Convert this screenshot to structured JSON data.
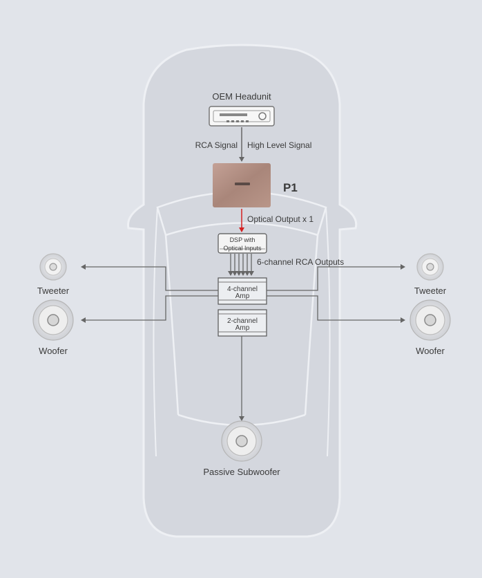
{
  "labels": {
    "headunit": "OEM Headunit",
    "rca_signal": "RCA Signal",
    "high_level_signal": "High Level Signal",
    "p1": "P1",
    "optical_output": "Optical Output x 1",
    "dsp_line1": "DSP with",
    "dsp_line2": "Optical Inputs",
    "rca_outputs": "6-channel RCA Outputs",
    "amp4_line1": "4-channel",
    "amp4_line2": "Amp",
    "amp2_line1": "2-channel",
    "amp2_line2": "Amp",
    "tweeter_left": "Tweeter",
    "tweeter_right": "Tweeter",
    "woofer_left": "Woofer",
    "woofer_right": "Woofer",
    "subwoofer": "Passive Subwoofer"
  },
  "colors": {
    "background": "#e1e4ea",
    "car_body": "#d4d7de",
    "car_outline": "#eef0f4",
    "signal_line": "#666666",
    "optical_line": "#d42020",
    "p1_device": "#b08e82"
  },
  "icons": {
    "headunit": "car-stereo-icon",
    "p1": "processor-device-icon",
    "tweeter": "tweeter-speaker-icon",
    "woofer": "woofer-speaker-icon",
    "subwoofer": "subwoofer-speaker-icon"
  }
}
